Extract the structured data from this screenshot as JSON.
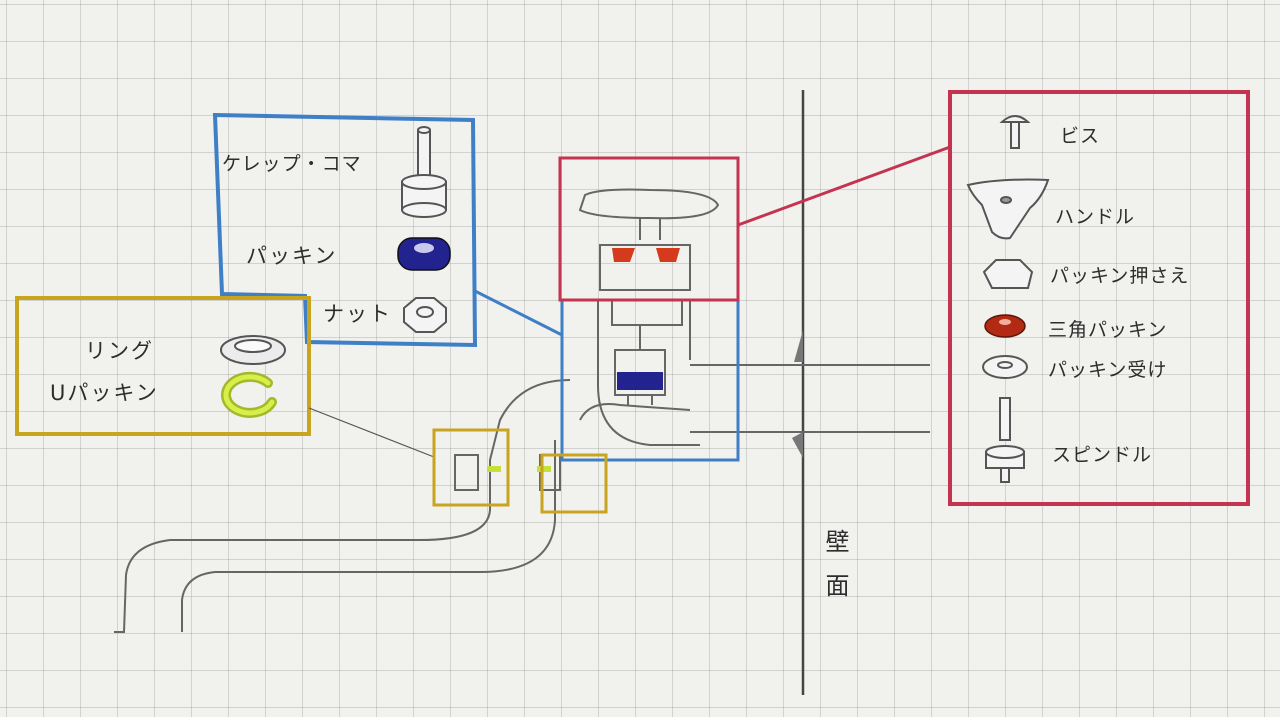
{
  "blue_box": {
    "items": [
      {
        "label": "ケレップ・コマ",
        "icon": "kerep-koma-icon"
      },
      {
        "label": "パッキン",
        "icon": "packing-icon"
      },
      {
        "label": "ナット",
        "icon": "nut-icon"
      }
    ]
  },
  "yellow_box": {
    "items": [
      {
        "label": "リング",
        "icon": "ring-icon"
      },
      {
        "label": "Uパッキン",
        "icon": "u-packing-icon"
      }
    ]
  },
  "red_box": {
    "items": [
      {
        "label": "ビス",
        "icon": "screw-icon"
      },
      {
        "label": "ハンドル",
        "icon": "handle-icon"
      },
      {
        "label": "パッキン押さえ",
        "icon": "packing-retainer-icon"
      },
      {
        "label": "三角パッキン",
        "icon": "triangle-packing-icon"
      },
      {
        "label": "パッキン受け",
        "icon": "packing-seat-icon"
      },
      {
        "label": "スピンドル",
        "icon": "spindle-icon"
      }
    ]
  },
  "wall_label": "壁面",
  "colors": {
    "blue": "#3f7fc6",
    "red": "#c4334f",
    "yellow": "#c9a41e",
    "dark_blue_part": "#23238f",
    "orange_red_part": "#d63a1c",
    "yellow_green_part": "#c8de3a",
    "pencil": "#555555"
  }
}
